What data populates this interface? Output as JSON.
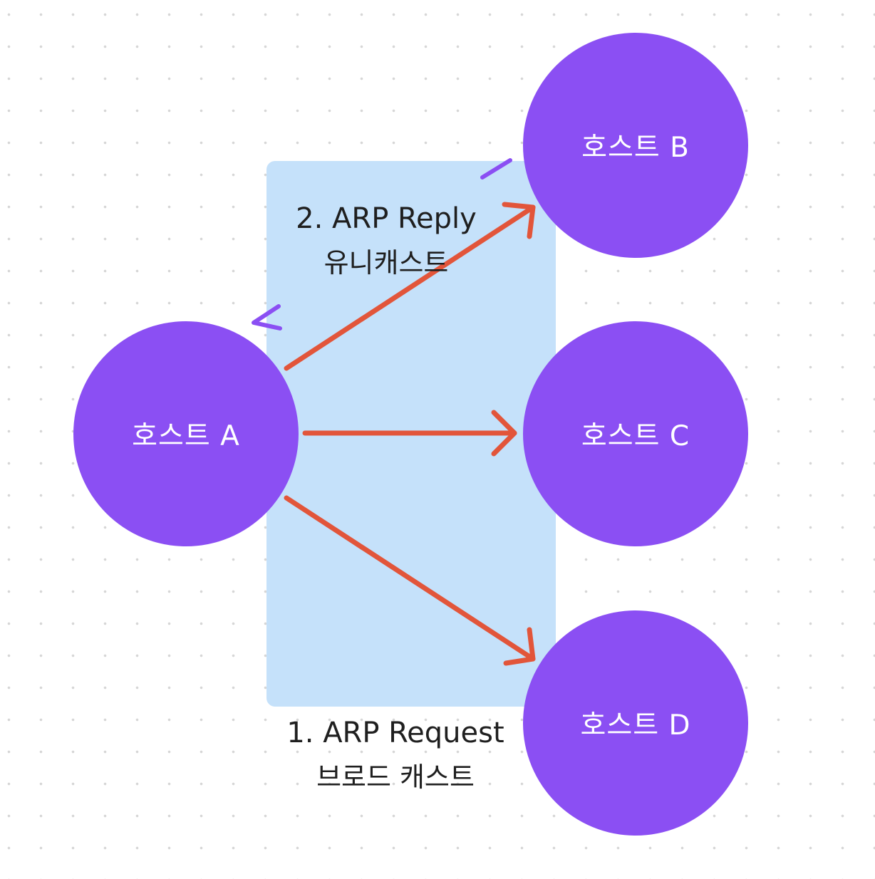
{
  "nodes": {
    "a": {
      "label": "호스트 A"
    },
    "b": {
      "label": "호스트 B"
    },
    "c": {
      "label": "호스트 C"
    },
    "d": {
      "label": "호스트 D"
    }
  },
  "reply": {
    "title": "2. ARP Reply",
    "subtitle": "유니캐스트"
  },
  "request": {
    "title": "1. ARP Request",
    "subtitle": "브로드 캐스트"
  },
  "colors": {
    "node_fill": "#8b4ff3",
    "panel_fill": "#c5e1fa",
    "request_arrow": "#e2553a",
    "reply_arrow": "#8b4ff3"
  }
}
